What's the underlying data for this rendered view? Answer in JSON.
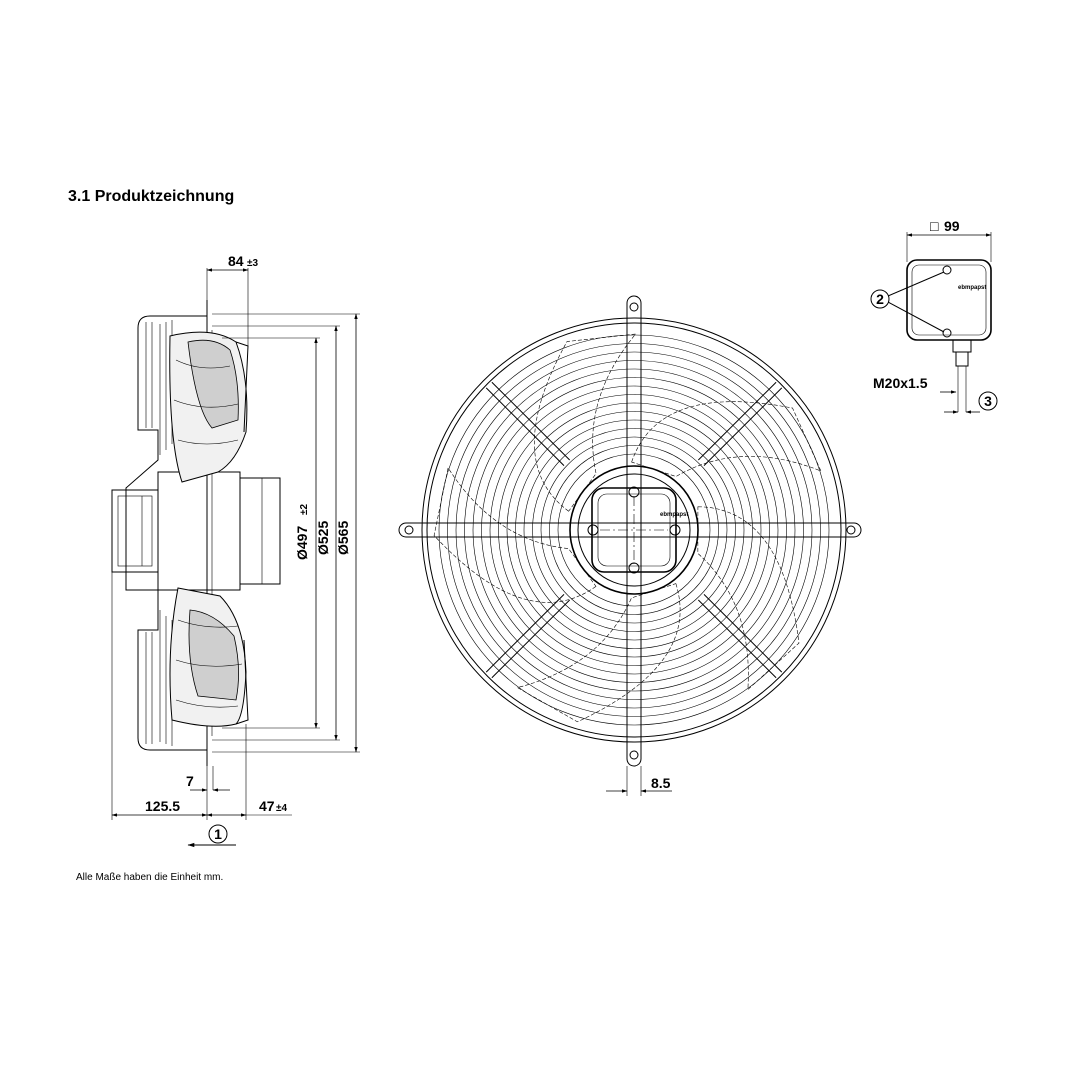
{
  "header": {
    "section_title": "3.1 Produktzeichnung"
  },
  "footer": {
    "note": "Alle Maße haben die Einheit mm."
  },
  "side_view": {
    "dim_top": "84",
    "dim_top_tol": "±3",
    "dia_497": "Ø497",
    "dia_497_tol": "±2",
    "dia_525": "Ø525",
    "dia_565": "Ø565",
    "dim_7": "7",
    "dim_125_5": "125.5",
    "dim_47": "47",
    "dim_47_tol": "±4",
    "callout_1": "1"
  },
  "front_view": {
    "dim_8_5": "8.5",
    "brand_mark": "ebmpapst"
  },
  "terminal_box": {
    "dim_99": "99",
    "square_symbol": "□",
    "thread": "M20x1.5",
    "callout_2": "2",
    "callout_3": "3",
    "brand_mark": "ebmpapst"
  }
}
